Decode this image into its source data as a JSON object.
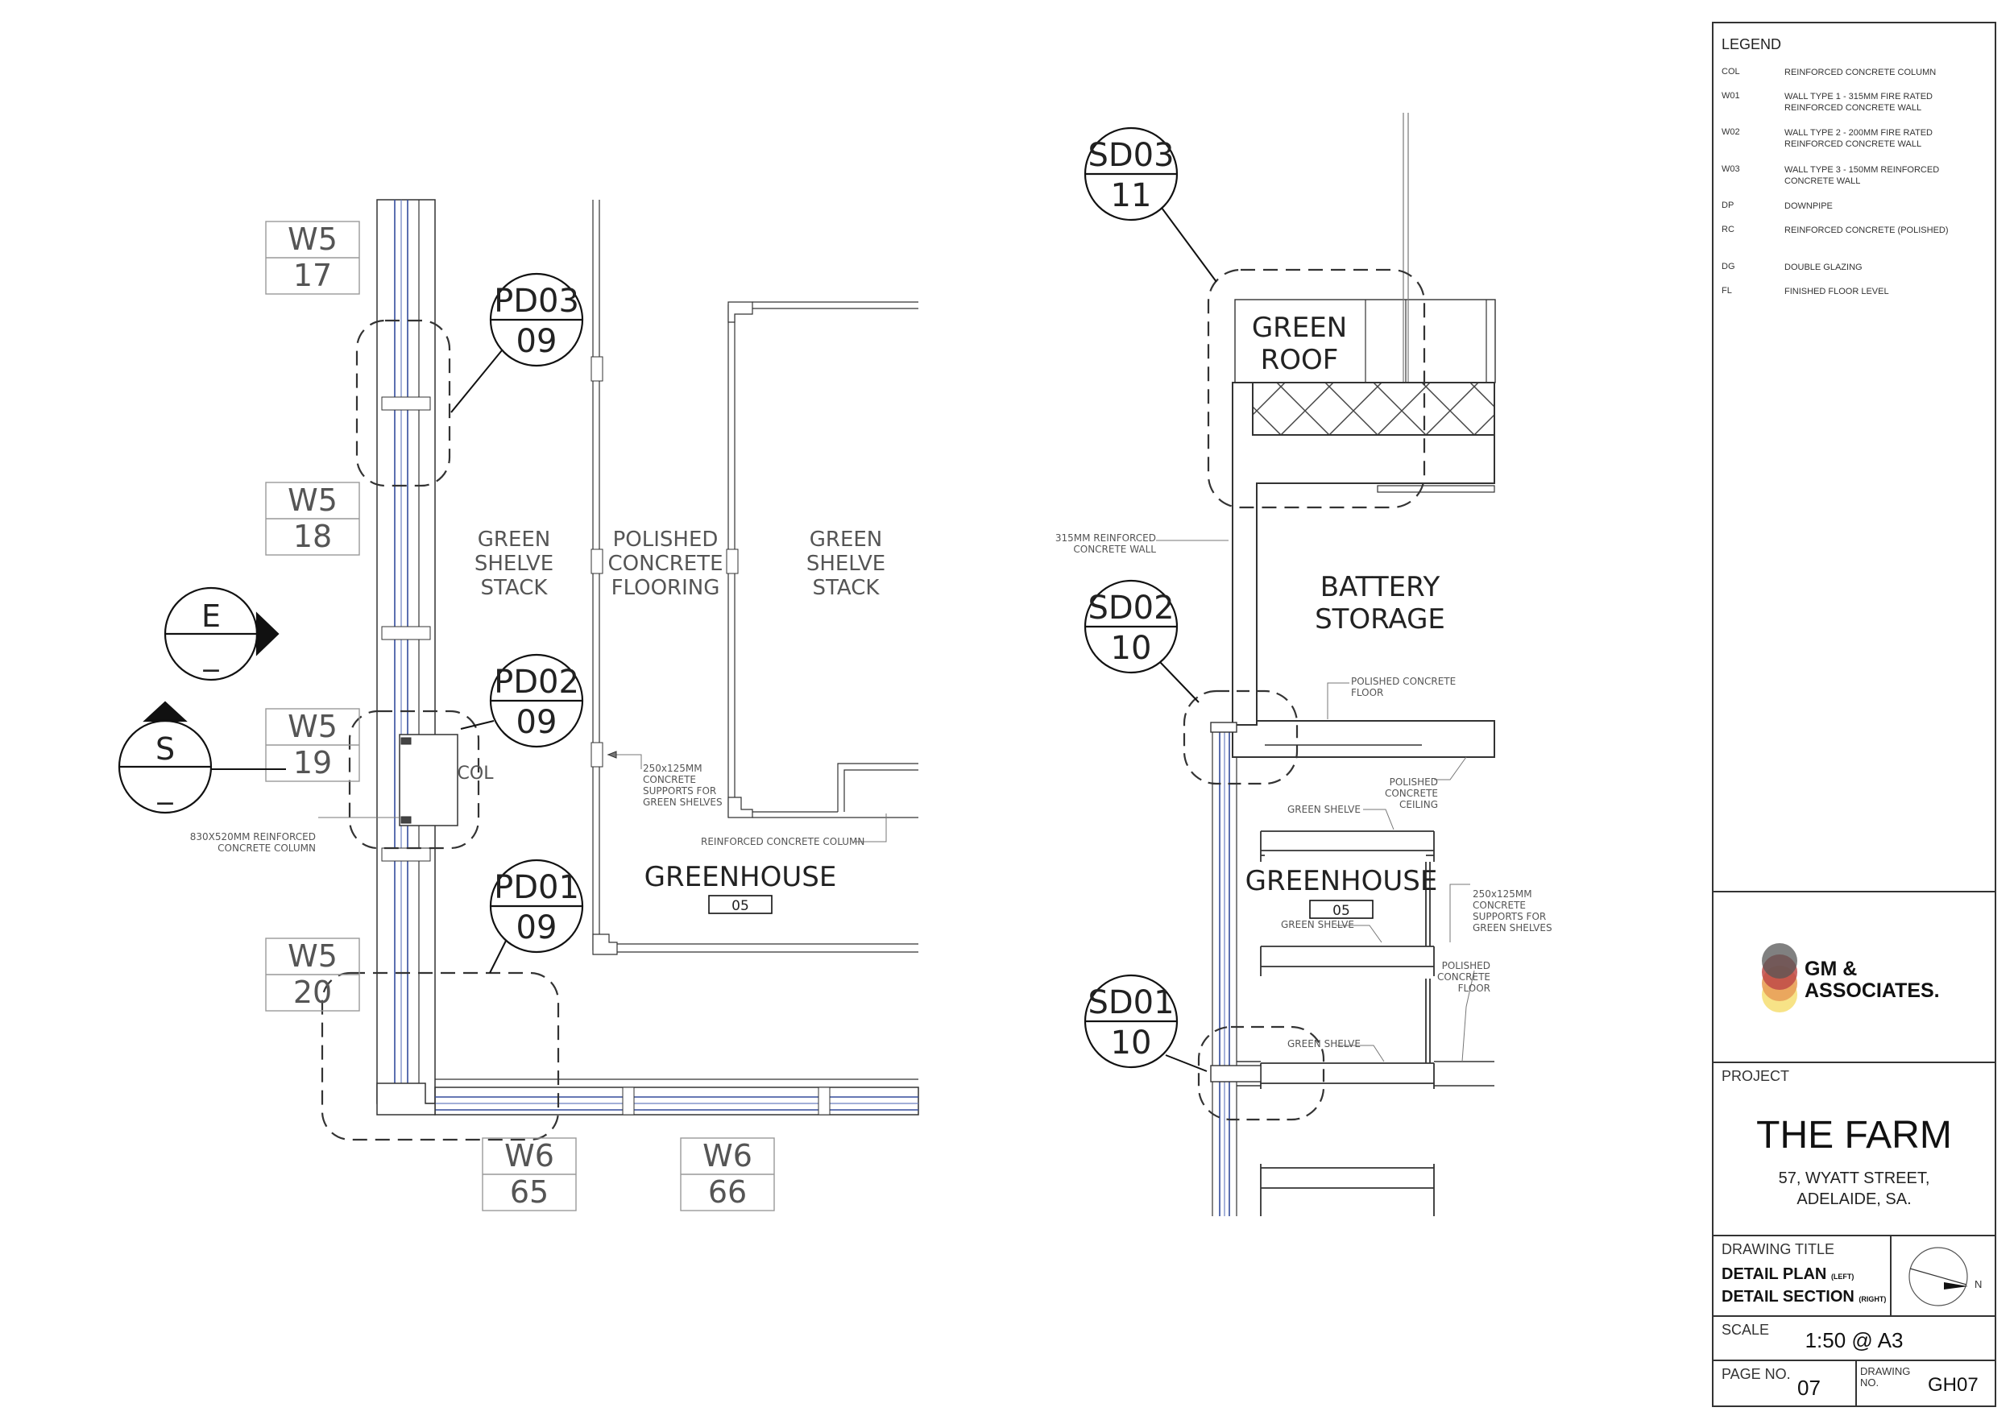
{
  "plan": {
    "wall_tags": [
      {
        "type": "W5",
        "num": "17"
      },
      {
        "type": "W5",
        "num": "18"
      },
      {
        "type": "W5",
        "num": "19"
      },
      {
        "type": "W5",
        "num": "20"
      },
      {
        "type": "W6",
        "num": "65"
      },
      {
        "type": "W6",
        "num": "66"
      }
    ],
    "detail_callouts": [
      {
        "ref": "PD03",
        "sheet": "09"
      },
      {
        "ref": "PD02",
        "sheet": "09"
      },
      {
        "ref": "PD01",
        "sheet": "09"
      }
    ],
    "section_markers": [
      {
        "letter": "E",
        "sheet": "_"
      },
      {
        "letter": "S",
        "sheet": "_"
      }
    ],
    "spaces": [
      {
        "lines": [
          "GREEN",
          "SHELVE",
          "STACK"
        ]
      },
      {
        "lines": [
          "POLISHED",
          "CONCRETE",
          "FLOORING"
        ]
      },
      {
        "lines": [
          "GREEN",
          "SHELVE",
          "STACK"
        ]
      }
    ],
    "col_label": "COL",
    "room": {
      "name": "GREENHOUSE",
      "number": "05"
    },
    "notes": {
      "supports": [
        "250x125MM",
        "CONCRETE",
        "SUPPORTS  FOR",
        "GREEN  SHELVES"
      ],
      "column": [
        "830X520MM  REINFORCED",
        "CONCRETE  COLUMN"
      ],
      "rc_column": "REINFORCED  CONCRETE  COLUMN"
    }
  },
  "section": {
    "detail_callouts": [
      {
        "ref": "SD03",
        "sheet": "11"
      },
      {
        "ref": "SD02",
        "sheet": "10"
      },
      {
        "ref": "SD01",
        "sheet": "10"
      }
    ],
    "green_roof": [
      "GREEN",
      "ROOF"
    ],
    "battery": [
      "BATTERY",
      "STORAGE"
    ],
    "room": {
      "name": "GREENHOUSE",
      "number": "05"
    },
    "notes": {
      "wall": [
        "315MM  REINFORCED",
        "CONCRETE  WALL"
      ],
      "floor1": [
        "POLISHED  CONCRETE",
        "FLOOR"
      ],
      "ceiling": [
        "POLISHED",
        "CONCRETE",
        "CEILING"
      ],
      "shelve_a": "GREEN  SHELVE",
      "shelve_b": "GREEN  SHELVE",
      "shelve_c": "GREEN  SHELVE",
      "supports": [
        "250x125MM",
        "CONCRETE",
        "SUPPORTS  FOR",
        "GREEN  SHELVES"
      ],
      "floor2": [
        "POLISHED",
        "CONCRETE",
        "FLOOR"
      ]
    }
  },
  "legend": {
    "title": "LEGEND",
    "items": [
      {
        "code": "COL",
        "desc": "REINFORCED CONCRETE COLUMN"
      },
      {
        "code": "W01",
        "desc": "WALL TYPE 1 - 315MM FIRE RATED REINFORCED CONCRETE WALL"
      },
      {
        "code": "W02",
        "desc": "WALL TYPE 2 - 200MM FIRE RATED REINFORCED CONCRETE WALL"
      },
      {
        "code": "W03",
        "desc": "WALL TYPE 3 - 150MM REINFORCED CONCRETE WALL"
      },
      {
        "code": "DP",
        "desc": "DOWNPIPE"
      },
      {
        "code": "RC",
        "desc": "REINFORCED CONCRETE (POLISHED)"
      },
      {
        "code": "DG",
        "desc": "DOUBLE GLAZING"
      },
      {
        "code": "FL",
        "desc": "FINISHED FLOOR LEVEL"
      }
    ]
  },
  "firm": {
    "line1": "GM &",
    "line2": "ASSOCIATES."
  },
  "project": {
    "label": "PROJECT",
    "name": "THE FARM",
    "address1": "57, WYATT STREET,",
    "address2": "ADELAIDE, SA."
  },
  "drawing_title": {
    "label": "DRAWING TITLE",
    "line1": "DETAIL PLAN",
    "line1_sub": "(LEFT)",
    "line2": "DETAIL SECTION",
    "line2_sub": "(RIGHT)"
  },
  "north": "N",
  "scale": {
    "label": "SCALE",
    "value": "1:50 @ A3"
  },
  "page": {
    "label": "PAGE NO.",
    "value": "07"
  },
  "drawing_no": {
    "label1": "DRAWING",
    "label2": "NO.",
    "value": "GH07"
  }
}
